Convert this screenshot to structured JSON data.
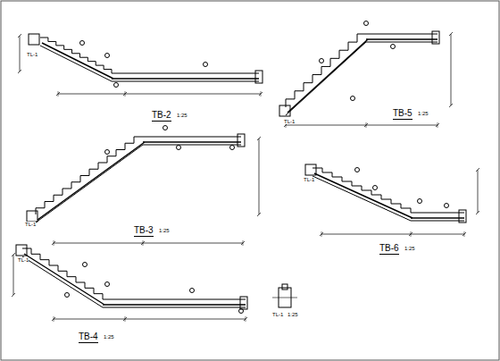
{
  "diagram": {
    "labels": [
      "TB-2",
      "1:25",
      "TB-5",
      "1:25",
      "TB-3",
      "1:25",
      "TB-6",
      "1:25",
      "TB-4",
      "1:25",
      "TL-1",
      "TL-1",
      "TL-1",
      "TL-1",
      "TL-1",
      "TL-1",
      "1:25"
    ]
  }
}
